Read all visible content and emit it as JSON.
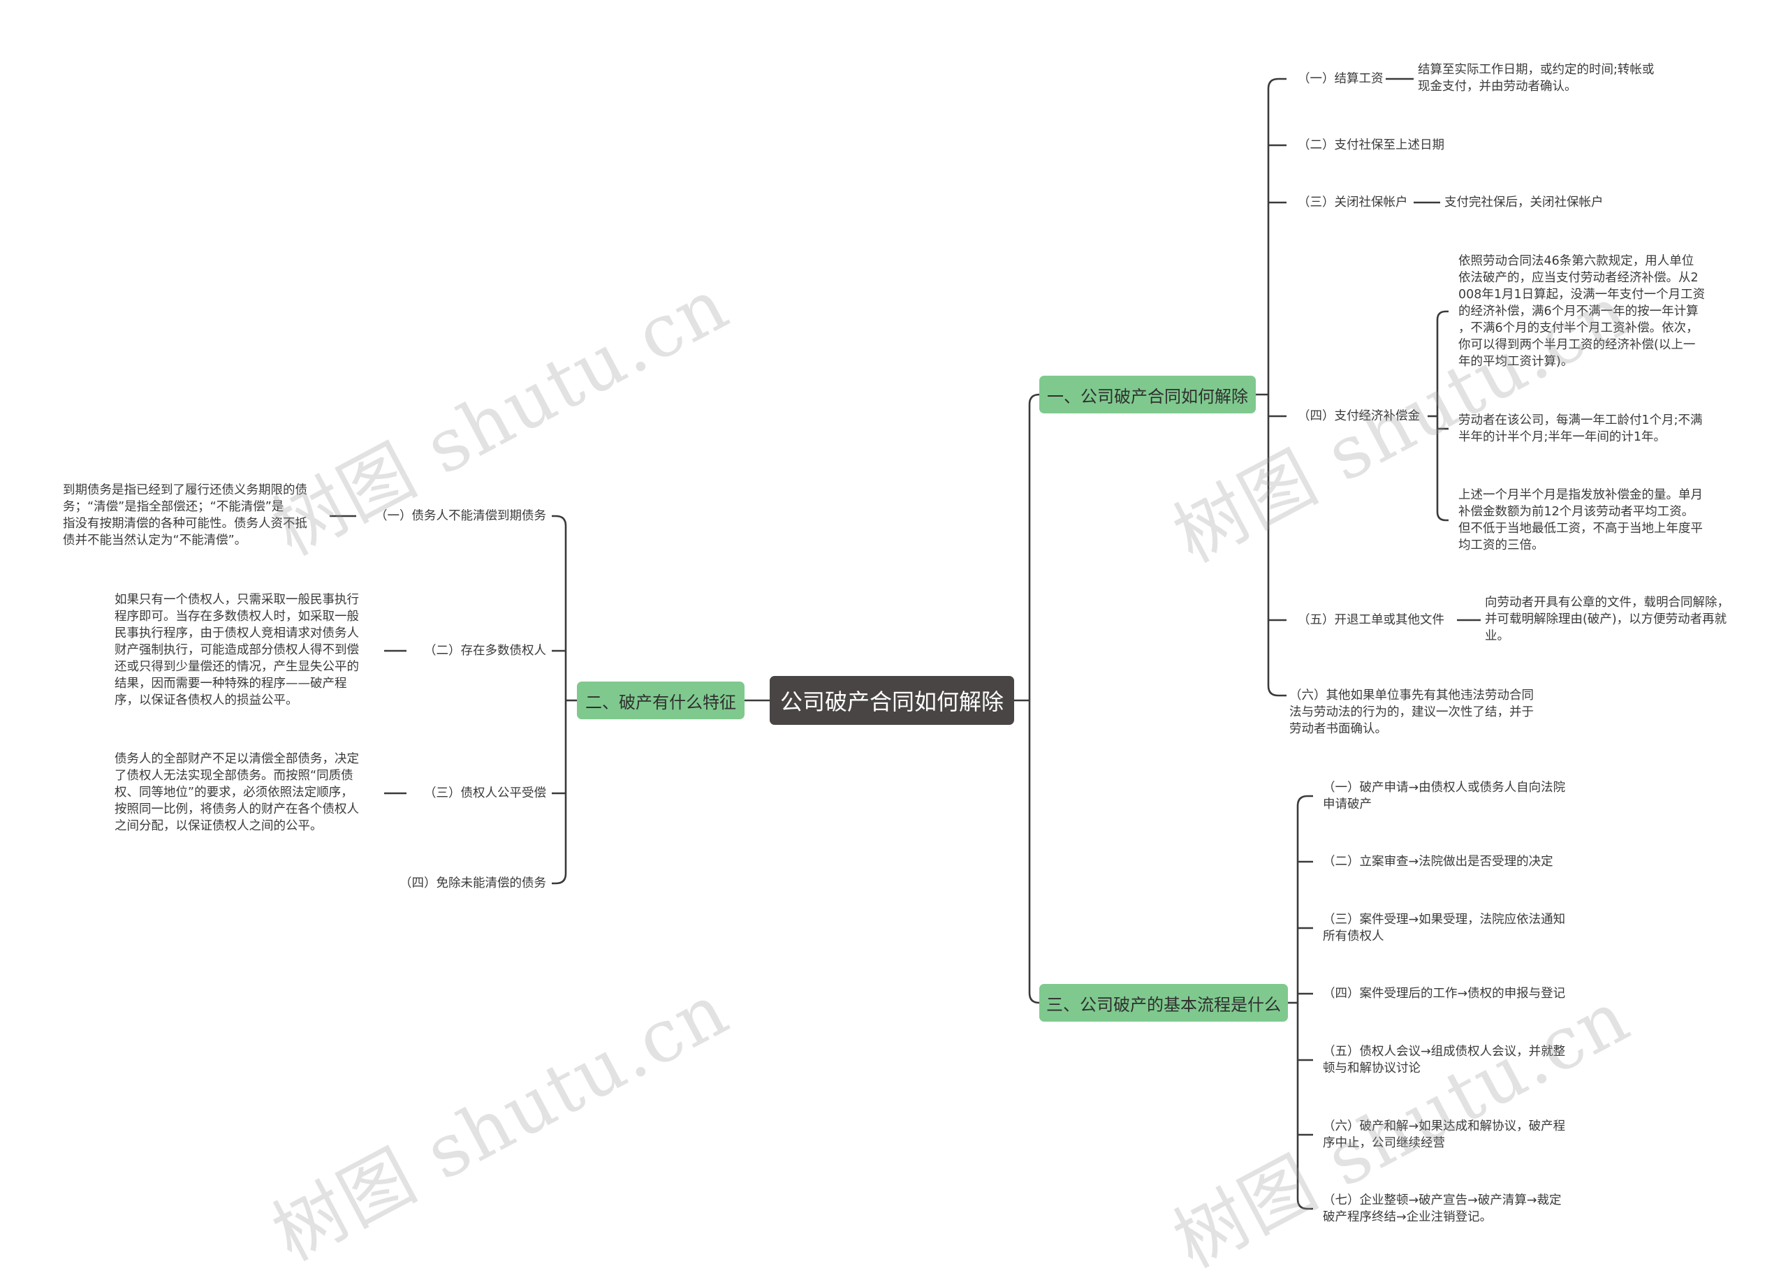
{
  "central": "公司破产合同如何解除",
  "branch1": {
    "title": "一、公司破产合同如何解除",
    "items": [
      {
        "label": "（一）结算工资",
        "detail": [
          "结算至实际工作日期，或约定的时间;转帐或",
          "现金支付，并由劳动者确认。"
        ]
      },
      {
        "label": "（二）支付社保至上述日期"
      },
      {
        "label": "（三）关闭社保帐户",
        "detail": [
          "支付完社保后，关闭社保帐户"
        ]
      },
      {
        "label": "（四）支付经济补偿金",
        "details": [
          [
            "依照劳动合同法46条第六款规定，用人单位",
            "依法破产的，应当支付劳动者经济补偿。从2",
            "008年1月1日算起，没满一年支付一个月工资",
            "的经济补偿，满6个月不满一年的按一年计算",
            "，不满6个月的支付半个月工资补偿。依次，",
            "你可以得到两个半月工资的经济补偿(以上一",
            "年的平均工资计算)。"
          ],
          [
            "劳动者在该公司，每满一年工龄付1个月;不满",
            "半年的计半个月;半年一年间的计1年。"
          ],
          [
            "上述一个月半个月是指发放补偿金的量。单月",
            "补偿金数额为前12个月该劳动者平均工资。",
            "但不低于当地最低工资，不高于当地上年度平",
            "均工资的三倍。"
          ]
        ]
      },
      {
        "label": "（五）开退工单或其他文件",
        "detail": [
          "向劳动者开具有公章的文件，载明合同解除，",
          "并可载明解除理由(破产)，以方便劳动者再就",
          "业。"
        ]
      },
      {
        "label": [
          "（六）其他如果单位事先有其他违法劳动合同",
          "法与劳动法的行为的，建议一次性了结，并于",
          "劳动者书面确认。"
        ]
      }
    ]
  },
  "branch2": {
    "title": "二、破产有什么特征",
    "items": [
      {
        "label": "（一）债务人不能清偿到期债务",
        "detail": [
          "到期债务是指已经到了履行还债义务期限的债",
          "务；“清偿”是指全部偿还；“不能清偿”是",
          "指没有按期清偿的各种可能性。债务人资不抵",
          "债并不能当然认定为“不能清偿”。"
        ]
      },
      {
        "label": "（二）存在多数债权人",
        "detail": [
          "如果只有一个债权人，只需采取一般民事执行",
          "程序即可。当存在多数债权人时，如采取一般",
          "民事执行程序，由于债权人竞相请求对债务人",
          "财产强制执行，可能造成部分债权人得不到偿",
          "还或只得到少量偿还的情况，产生显失公平的",
          "结果，因而需要一种特殊的程序——破产程",
          "序，以保证各债权人的损益公平。"
        ]
      },
      {
        "label": "（三）债权人公平受偿",
        "detail": [
          "债务人的全部财产不足以清偿全部债务，决定",
          "了债权人无法实现全部债务。而按照“同质债",
          "权、同等地位”的要求，必须依照法定顺序，",
          "按照同一比例，将债务人的财产在各个债权人",
          "之间分配，以保证债权人之间的公平。"
        ]
      },
      {
        "label": "（四）免除未能清偿的债务"
      }
    ]
  },
  "branch3": {
    "title": "三、公司破产的基本流程是什么",
    "items": [
      [
        "（一）破产申请→由债权人或债务人自向法院",
        "申请破产"
      ],
      [
        "（二）立案审查→法院做出是否受理的决定"
      ],
      [
        "（三）案件受理→如果受理，法院应依法通知",
        "所有债权人"
      ],
      [
        "（四）案件受理后的工作→债权的申报与登记"
      ],
      [
        "（五）债权人会议→组成债权人会议，并就整",
        "顿与和解协议讨论"
      ],
      [
        "（六）破产和解→如果达成和解协议，破产程",
        "序中止，公司继续经营"
      ],
      [
        "（七）企业整顿→破产宣告→破产清算→裁定",
        "破产程序终结→企业注销登记。"
      ]
    ]
  },
  "watermark": "树图 shutu.cn",
  "colors": {
    "center_bg": "#4a4545",
    "branch_bg": "#7fc98e",
    "line": "#3a3a3a"
  }
}
